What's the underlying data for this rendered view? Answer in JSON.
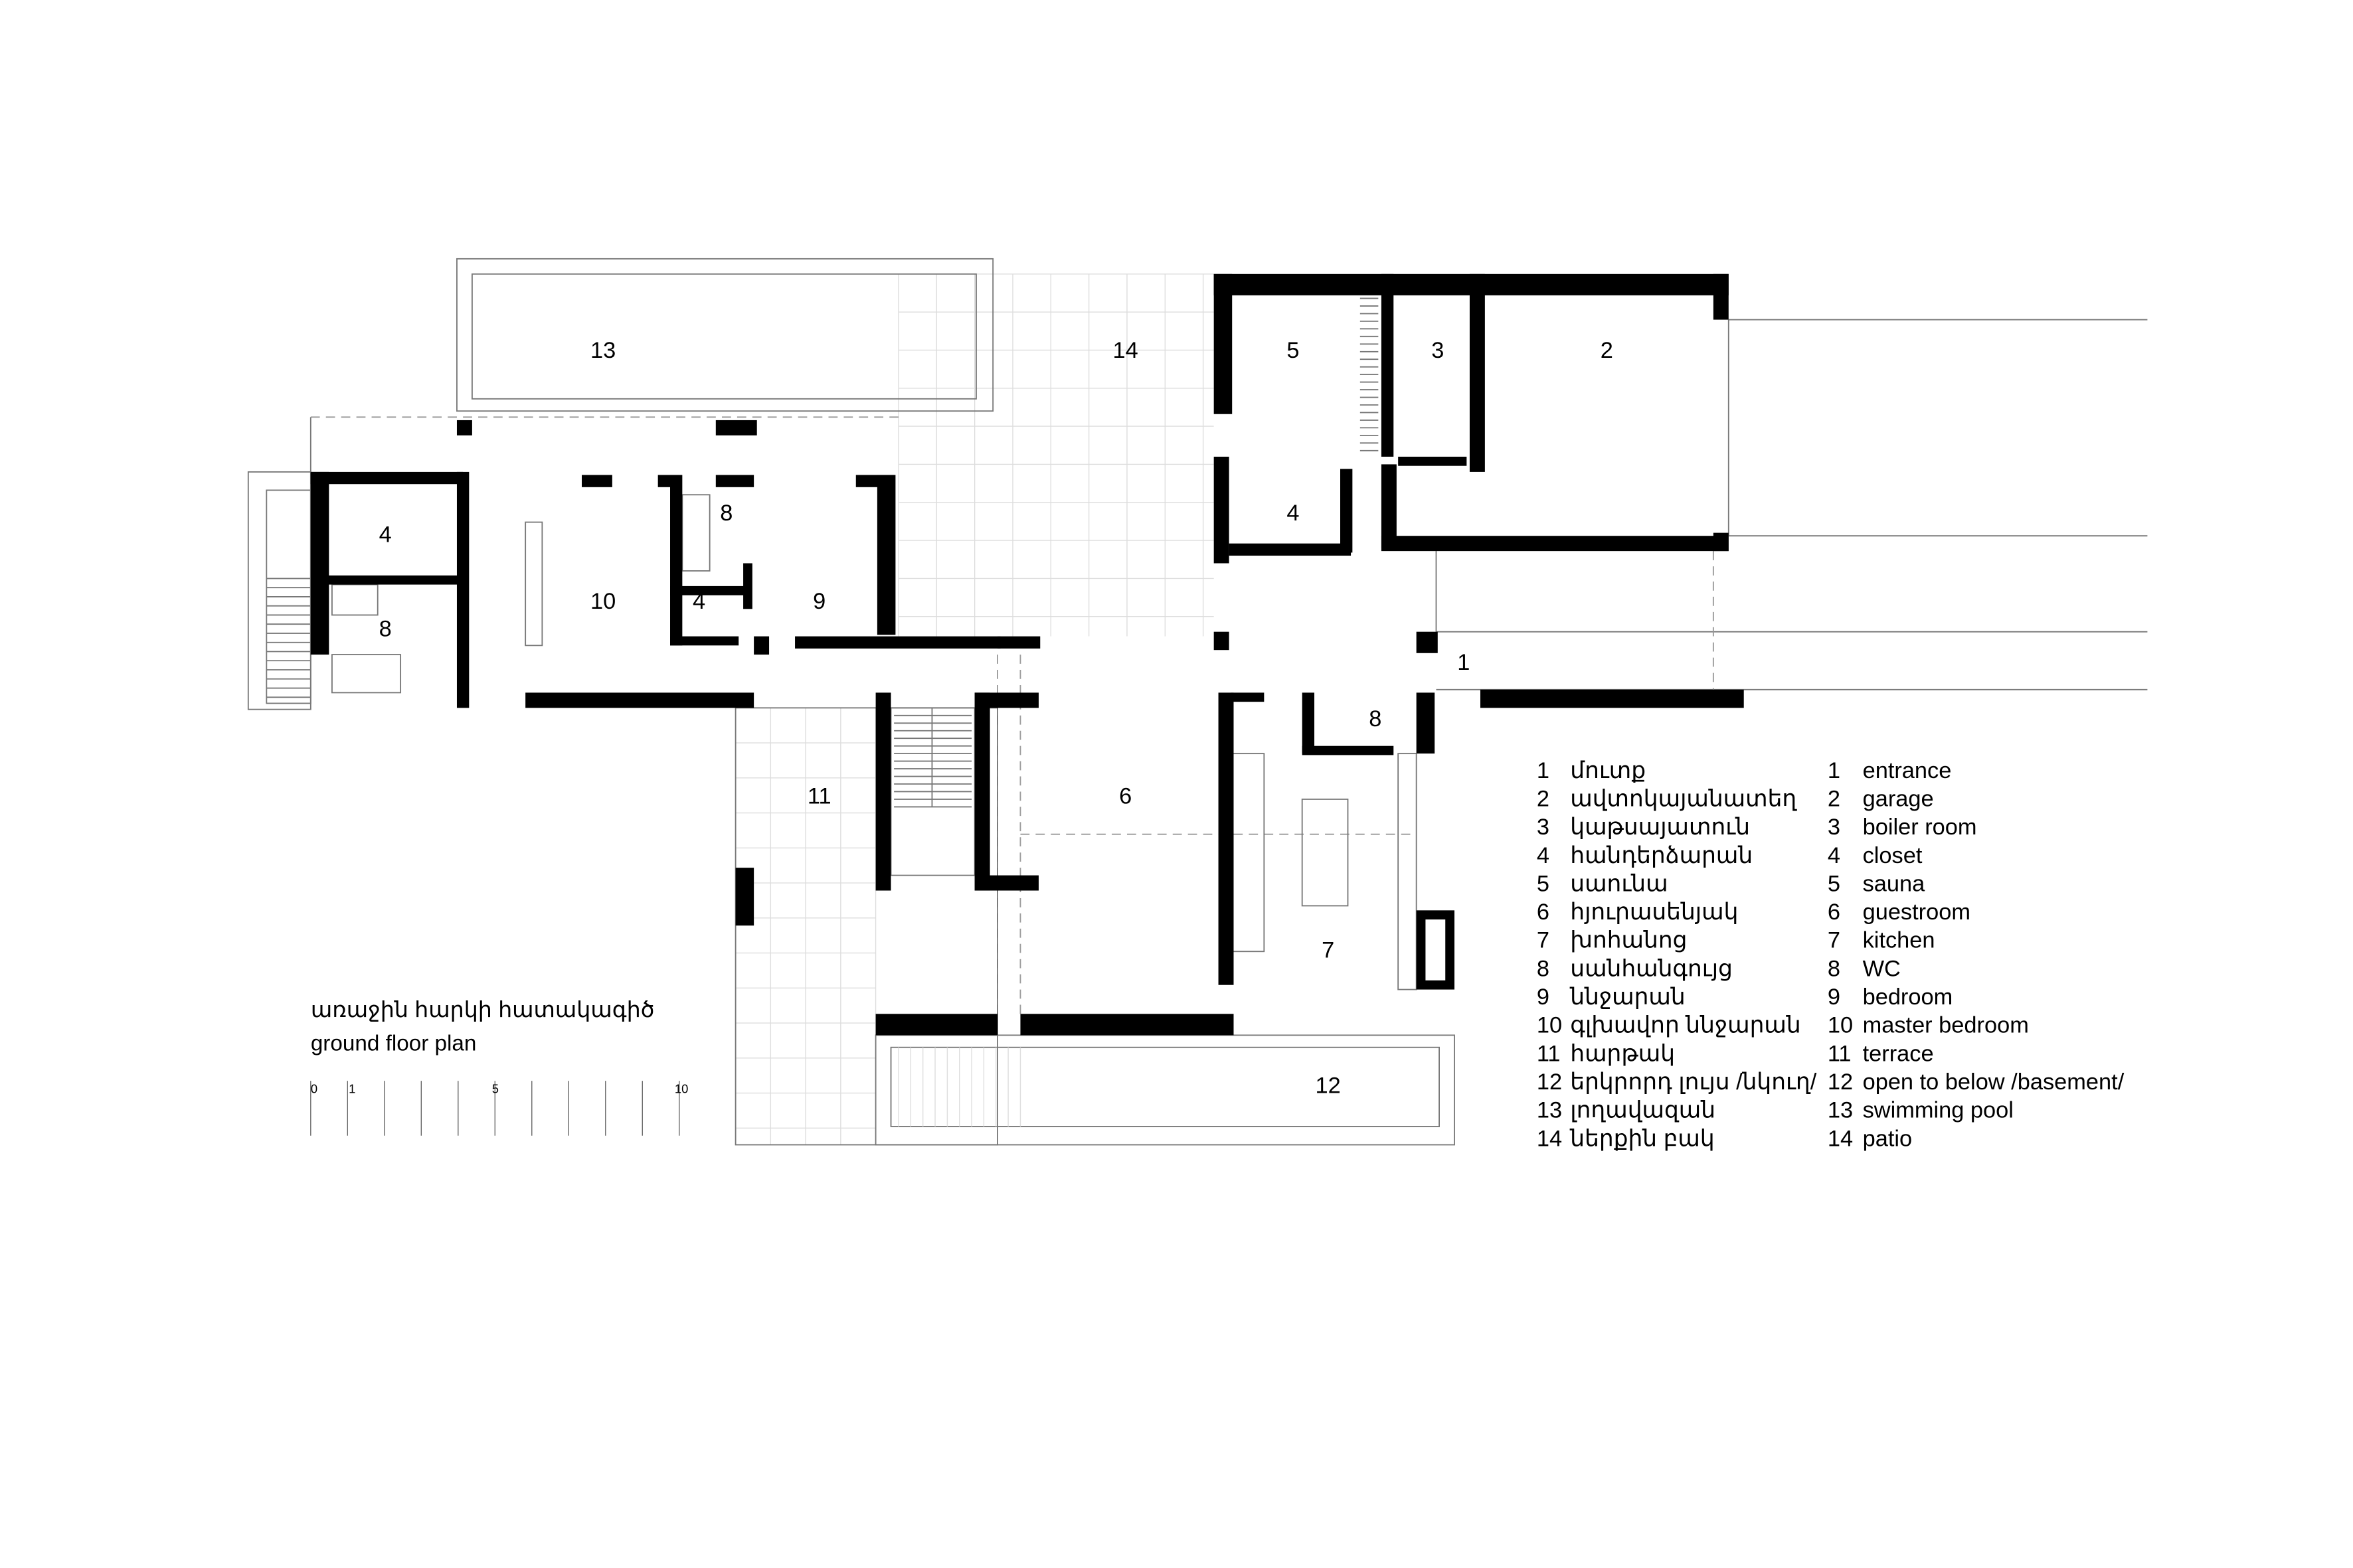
{
  "plan": {
    "title_armenian": "առաջին հարկի հատակագիծ",
    "title_english": "ground floor plan"
  },
  "rooms": [
    "13",
    "14",
    "5",
    "3",
    "2",
    "4",
    "8",
    "10",
    "4",
    "8",
    "4",
    "9",
    "1",
    "8",
    "6",
    "11",
    "7",
    "12"
  ],
  "scale_bar": {
    "labels": [
      "0",
      "1",
      "5",
      "10"
    ],
    "unit_count": 10
  },
  "legend": {
    "armenian": [
      {
        "n": "1",
        "t": "մուտք"
      },
      {
        "n": "2",
        "t": "ավտոկայանատեղ"
      },
      {
        "n": "3",
        "t": "կաթսայատուն"
      },
      {
        "n": "4",
        "t": "հանդերձարան"
      },
      {
        "n": "5",
        "t": "սաունա"
      },
      {
        "n": "6",
        "t": "հյուրասենյակ"
      },
      {
        "n": "7",
        "t": "խոհանոց"
      },
      {
        "n": "8",
        "t": "սանհանգույց"
      },
      {
        "n": "9",
        "t": "ննջարան"
      },
      {
        "n": "10",
        "t": "գլխավոր ննջարան"
      },
      {
        "n": "11",
        "t": "հարթակ"
      },
      {
        "n": "12",
        "t": "երկրորդ լույս /նկուղ/"
      },
      {
        "n": "13",
        "t": "լողավազան"
      },
      {
        "n": "14",
        "t": "ներքին բակ"
      }
    ],
    "english": [
      {
        "n": "1",
        "t": "entrance"
      },
      {
        "n": "2",
        "t": "garage"
      },
      {
        "n": "3",
        "t": "boiler room"
      },
      {
        "n": "4",
        "t": "closet"
      },
      {
        "n": "5",
        "t": "sauna"
      },
      {
        "n": "6",
        "t": "guestroom"
      },
      {
        "n": "7",
        "t": "kitchen"
      },
      {
        "n": "8",
        "t": "WC"
      },
      {
        "n": "9",
        "t": "bedroom"
      },
      {
        "n": "10",
        "t": "master bedroom"
      },
      {
        "n": "11",
        "t": "terrace"
      },
      {
        "n": "12",
        "t": "open to below /basement/"
      },
      {
        "n": "13",
        "t": "swimming pool"
      },
      {
        "n": "14",
        "t": "patio"
      }
    ]
  }
}
